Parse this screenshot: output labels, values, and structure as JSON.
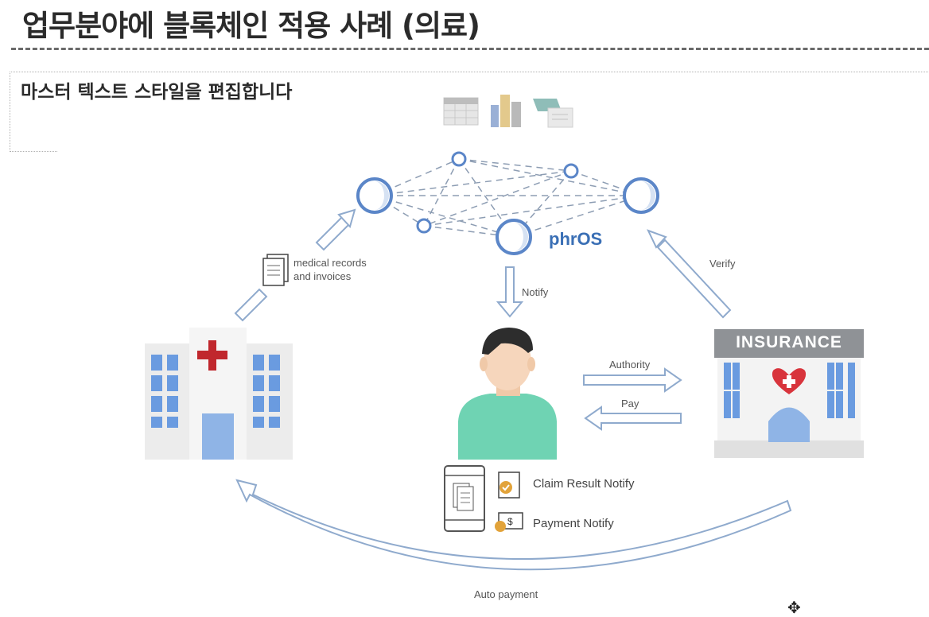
{
  "slide": {
    "title": "업무분야에 블록체인 적용 사례 (의료)",
    "placeholder": "마스터 텍스트 스타일을 편집합니다"
  },
  "diagram": {
    "brand": "phrOS",
    "notify_label": "Notify",
    "verify_label": "Verify",
    "records_label": "medical records\nand invoices",
    "authority_label": "Authority",
    "pay_label": "Pay",
    "claim_label": "Claim Result Notify",
    "payment_label": "Payment Notify",
    "auto_payment_label": "Auto payment",
    "insurance_sign": "INSURANCE"
  },
  "colors": {
    "node_blue": "#5b86c8",
    "arrow_outline": "#8faacd",
    "person_shirt": "#6fd3b3",
    "skin": "#f3d3b8",
    "hospital_cross": "#c0272d",
    "window_blue": "#6a9be0",
    "insurance_sign_bg": "#8f9296",
    "heart_red": "#d8343c",
    "check_orange": "#e2a33a"
  },
  "icons": [
    "table-icon",
    "bar-chart-icon",
    "presentation-icon",
    "document-icon",
    "mobile-phone-icon",
    "move-cursor-icon"
  ]
}
